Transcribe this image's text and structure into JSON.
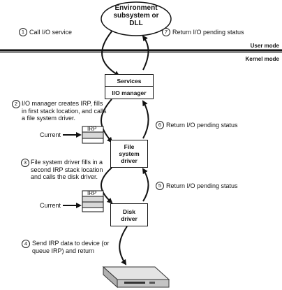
{
  "env": {
    "line1": "Environment",
    "line2": "subsystem or",
    "line3": "DLL"
  },
  "modes": {
    "user": "User mode",
    "kernel": "Kernel mode"
  },
  "boxes": {
    "services": "Services",
    "io_manager": "I/O manager",
    "fs_line1": "File",
    "fs_line2": "system",
    "fs_line3": "driver",
    "disk_line1": "Disk",
    "disk_line2": "driver"
  },
  "irp": {
    "label1": "IRP",
    "label2": "IRP"
  },
  "current": {
    "label1": "Current",
    "label2": "Current"
  },
  "steps": [
    {
      "num": "1",
      "lines": [
        "Call I/O service"
      ]
    },
    {
      "num": "2",
      "lines": [
        "I/O manager creates IRP, fills",
        "in first stack location, and calls",
        "a file system driver."
      ]
    },
    {
      "num": "3",
      "lines": [
        "File system driver fills in a",
        "second IRP stack location",
        "and calls the disk driver."
      ]
    },
    {
      "num": "4",
      "lines": [
        "Send IRP data to device (or",
        "queue IRP) and return"
      ]
    },
    {
      "num": "5",
      "lines": [
        "Return I/O pending status"
      ]
    },
    {
      "num": "6",
      "lines": [
        "Return I/O pending status"
      ]
    },
    {
      "num": "7",
      "lines": [
        "Return I/O pending status"
      ]
    }
  ]
}
